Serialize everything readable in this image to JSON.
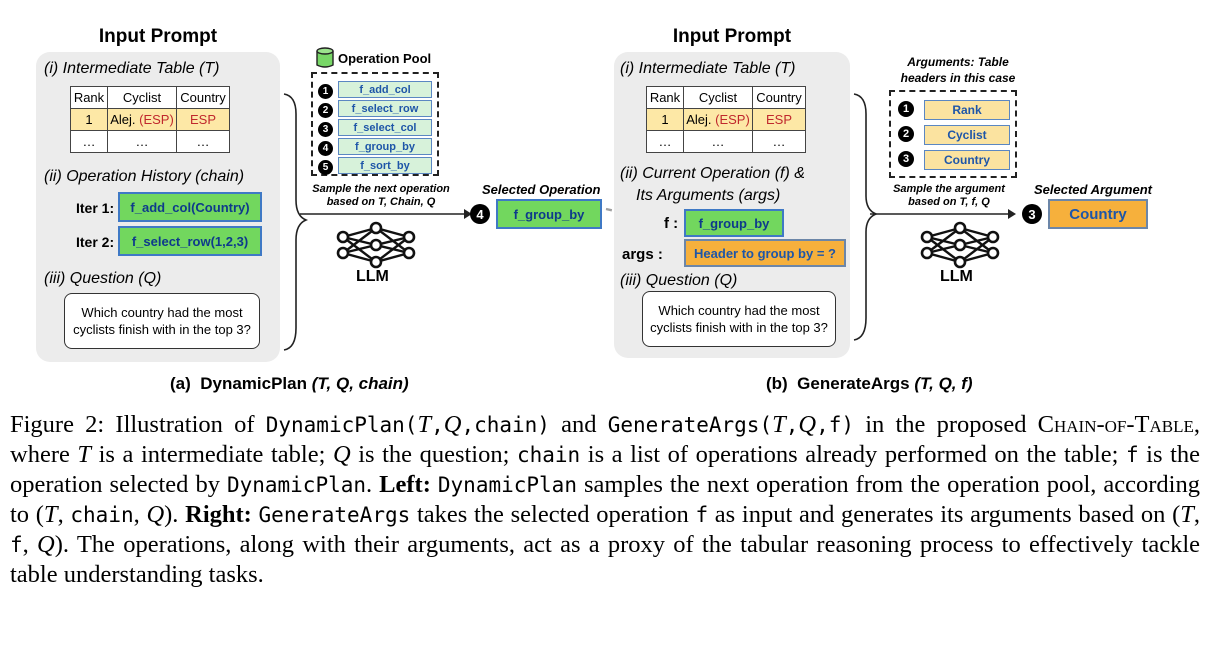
{
  "left": {
    "title": "Input Prompt",
    "table_label": "(i) Intermediate Table (T)",
    "table": {
      "headers": [
        "Rank",
        "Cyclist",
        "Country"
      ],
      "row1": {
        "rank": "1",
        "cyclist": "Alej.",
        "cyclist_tag": "(ESP)",
        "country": "ESP"
      },
      "row2": [
        "…",
        "…",
        "…"
      ]
    },
    "history_label": "(ii) Operation History (chain)",
    "history": [
      {
        "iter": "Iter 1:",
        "op": "f_add_col(Country)"
      },
      {
        "iter": "Iter 2:",
        "op": "f_select_row(1,2,3)"
      }
    ],
    "question_label": "(iii) Question (Q)",
    "question": "Which country had the most cyclists finish with in the top 3?",
    "pool_title": "Operation Pool",
    "pool": [
      {
        "n": "1",
        "op": "f_add_col"
      },
      {
        "n": "2",
        "op": "f_select_row"
      },
      {
        "n": "3",
        "op": "f_select_col"
      },
      {
        "n": "4",
        "op": "f_group_by"
      },
      {
        "n": "5",
        "op": "f_sort_by"
      }
    ],
    "sample_text": "Sample the next operation based on T, Chain, Q",
    "llm_label": "LLM",
    "selected_label": "Selected Operation",
    "selected_badge": "4",
    "selected_op": "f_group_by"
  },
  "right": {
    "title": "Input Prompt",
    "table_label": "(i) Intermediate Table (T)",
    "table": {
      "headers": [
        "Rank",
        "Cyclist",
        "Country"
      ],
      "row1": {
        "rank": "1",
        "cyclist": "Alej.",
        "cyclist_tag": "(ESP)",
        "country": "ESP"
      },
      "row2": [
        "…",
        "…",
        "…"
      ]
    },
    "current_label_1": "(ii) Current Operation (f) &",
    "current_label_2": "Its Arguments (args)",
    "f_label": "f :",
    "f_op": "f_group_by",
    "args_label": "args :",
    "args_value": "Header to group by = ?",
    "question_label": "(iii) Question (Q)",
    "question": "Which country had the most cyclists finish with in the top 3?",
    "args_title": "Arguments: Table headers in this case",
    "args_pool": [
      {
        "n": "1",
        "arg": "Rank"
      },
      {
        "n": "2",
        "arg": "Cyclist"
      },
      {
        "n": "3",
        "arg": "Country"
      }
    ],
    "sample_text": "Sample the argument based on T, f, Q",
    "llm_label": "LLM",
    "selected_label": "Selected Argument",
    "selected_badge": "3",
    "selected_arg": "Country"
  },
  "subcaptions": {
    "a_prefix": "(a)",
    "a_name": "DynamicPlan",
    "a_args": "(T, Q, chain)",
    "b_prefix": "(b)",
    "b_name": "GenerateArgs",
    "b_args": "(T, Q, f)"
  },
  "caption": {
    "s1": "Figure 2:  Illustration of ",
    "c1": "DynamicPlan(",
    "m1": "T",
    "c2": ",",
    "m2": "Q",
    "c3": ",chain)",
    "s2": " and ",
    "c4": "GenerateArgs(",
    "m3": "T",
    "c5": ",",
    "m4": "Q",
    "c6": ",f)",
    "s3": " in the proposed ",
    "sc1": "Chain-of-Table",
    "s4": ", where ",
    "m5": "T",
    "s5": " is a intermediate table; ",
    "m6": "Q",
    "s6": " is the question; ",
    "c7": "chain",
    "s7": " is a list of operations already performed on the table; ",
    "c8": "f",
    "s8": " is the operation selected by ",
    "c9": "DynamicPlan",
    "s9": ". ",
    "b1": "Left:",
    "s10": " ",
    "c10": "DynamicPlan",
    "s11": " samples the next operation from the operation pool, according to (",
    "m7": "T",
    "s12": ", ",
    "c11": "chain",
    "s13": ", ",
    "m8": "Q",
    "s14": "). ",
    "b2": "Right:",
    "s15": " ",
    "c12": "GenerateArgs",
    "s16": " takes the selected operation ",
    "c13": "f",
    "s17": " as input and generates its arguments based on (",
    "m9": "T",
    "s18": ", ",
    "c14": "f",
    "s19": ", ",
    "m10": "Q",
    "s20": "). The operations, along with their arguments, act as a proxy of the tabular reasoning process to effectively tackle table understanding tasks."
  }
}
